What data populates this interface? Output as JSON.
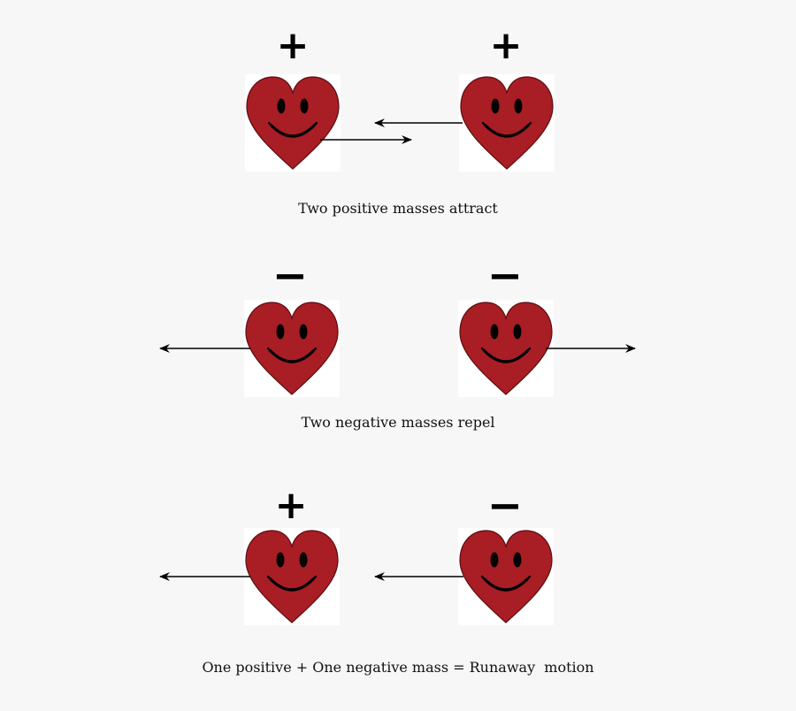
{
  "colors": {
    "heart_fill": "#a81e24",
    "heart_stroke": "#5a0d10",
    "face": "#000000",
    "card": "#ffffff",
    "arrow": "#000000"
  },
  "rows": [
    {
      "left": {
        "sign": "+",
        "icon": "smiling-heart-icon"
      },
      "right": {
        "sign": "+",
        "icon": "smiling-heart-icon"
      },
      "caption": "Two positive masses attract"
    },
    {
      "left": {
        "sign": "−",
        "icon": "smiling-heart-icon"
      },
      "right": {
        "sign": "−",
        "icon": "smiling-heart-icon"
      },
      "caption": "Two negative masses repel"
    },
    {
      "left": {
        "sign": "+",
        "icon": "smiling-heart-icon"
      },
      "right": {
        "sign": "−",
        "icon": "smiling-heart-icon"
      },
      "caption": "One positive + One negative mass = Runaway  motion"
    }
  ]
}
